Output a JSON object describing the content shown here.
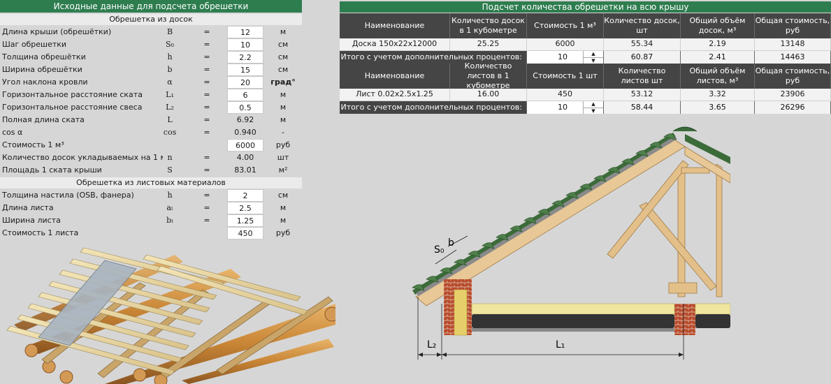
{
  "left": {
    "title": "Исходные данные для подсчета обрешетки",
    "boards_section": "Обрешетка из досок",
    "boards_rows": [
      {
        "label": "Длина крыши (обрешётки)",
        "sym": "B",
        "eq": "=",
        "val": "12",
        "unit": "м",
        "input": true
      },
      {
        "label": "Шаг обрешетки",
        "sym": "S₀",
        "eq": "=",
        "val": "10",
        "unit": "см",
        "input": true
      },
      {
        "label": "Толщина обрешётки",
        "sym": "h",
        "eq": "=",
        "val": "2.2",
        "unit": "см",
        "input": true
      },
      {
        "label": "Ширина обрешётки",
        "sym": "b",
        "eq": "=",
        "val": "15",
        "unit": "см",
        "input": true
      },
      {
        "label": "Угол наклона кровли",
        "sym": "α",
        "eq": "=",
        "val": "20",
        "unit": "град°",
        "input": true
      },
      {
        "label": "Горизонтальное расстояние ската",
        "sym": "L₁",
        "eq": "=",
        "val": "6",
        "unit": "м",
        "input": true
      },
      {
        "label": "Горизонтальное расстояние свеса",
        "sym": "L₂",
        "eq": "=",
        "val": "0.5",
        "unit": "м",
        "input": true
      },
      {
        "label": "Полная длина ската",
        "sym": "L",
        "eq": "=",
        "val": "6.92",
        "unit": "м",
        "input": false
      },
      {
        "label": "cos α",
        "sym": "cos",
        "eq": "=",
        "val": "0.940",
        "unit": "-",
        "input": false
      },
      {
        "label": "Стоимость 1 м³",
        "sym": "",
        "eq": "",
        "val": "6000",
        "unit": "руб",
        "input": true
      },
      {
        "label": "Количество досок укладываемых на 1 м",
        "sym": "n",
        "eq": "=",
        "val": "4.00",
        "unit": "шт",
        "input": false
      },
      {
        "label": "Площадь 1 ската крыши",
        "sym": "S",
        "eq": "=",
        "val": "83.01",
        "unit": "м²",
        "input": false
      }
    ],
    "sheets_section": "Обрешетка из листовых материалов",
    "sheets_rows": [
      {
        "label": "Толщина настила (OSB, фанера)",
        "sym": "h",
        "eq": "=",
        "val": "2",
        "unit": "см",
        "input": true
      },
      {
        "label": "Длина листа",
        "sym": "aₗ",
        "eq": "=",
        "val": "2.5",
        "unit": "м",
        "input": true
      },
      {
        "label": "Ширина листа",
        "sym": "bₗ",
        "eq": "=",
        "val": "1.25",
        "unit": "м",
        "input": true
      },
      {
        "label": "Стоимость 1 листа",
        "sym": "",
        "eq": "",
        "val": "450",
        "unit": "руб",
        "input": true
      }
    ]
  },
  "right": {
    "title": "Подсчет количества обрешетки на всю крышу",
    "boards_header": [
      "Наименование",
      "Количество досок в 1 кубометре",
      "Стоимость 1 м³",
      "Количество досок, шт",
      "Общий объём досок, м³",
      "Общая стоимость, руб"
    ],
    "boards_row": [
      "Доска 150x22x12000",
      "25.25",
      "6000",
      "55.34",
      "2.19",
      "13148"
    ],
    "boards_total": {
      "label": "Итого с учетом дополнительных процентов:",
      "percent": "10",
      "count": "60.87",
      "volume": "2.41",
      "cost": "14463"
    },
    "sheets_header": [
      "Наименование",
      "Количество листов в 1 кубометре",
      "Стоимость 1 шт",
      "Количество листов шт",
      "Общий объём листов, м³",
      "Общая стоимость, руб"
    ],
    "sheets_row": [
      "Лист 0.02x2.5x1.25",
      "16.00",
      "450",
      "53.12",
      "3.32",
      "23906"
    ],
    "sheets_total": {
      "label": "Итого с учетом дополнительных процентов:",
      "percent": "10",
      "count": "58.44",
      "volume": "3.65",
      "cost": "26296"
    }
  },
  "diagram": {
    "label_s0": "S₀",
    "label_b": "b",
    "label_l2": "L₂",
    "label_l1": "L₁"
  },
  "colors": {
    "title_green": "#2e7d4f",
    "header_dark": "#454545",
    "background": "#d6d6d6"
  }
}
